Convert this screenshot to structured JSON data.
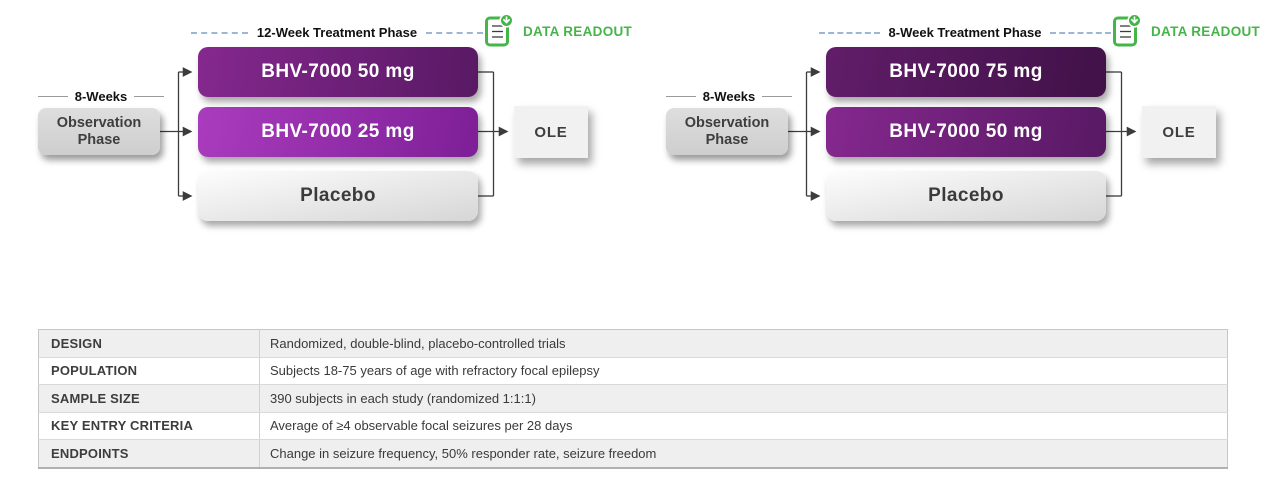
{
  "diagrams": [
    {
      "treatment_phase_label": "12-Week Treatment Phase",
      "data_readout_label": "DATA READOUT",
      "observation_duration_label": "8-Weeks",
      "observation_box_label": "Observation Phase",
      "arms": [
        {
          "label": "BHV-7000 50 mg"
        },
        {
          "label": "BHV-7000 25 mg"
        },
        {
          "label": "Placebo"
        }
      ],
      "ole_label": "OLE"
    },
    {
      "treatment_phase_label": "8-Week Treatment Phase",
      "data_readout_label": "DATA READOUT",
      "observation_duration_label": "8-Weeks",
      "observation_box_label": "Observation Phase",
      "arms": [
        {
          "label": "BHV-7000 75 mg"
        },
        {
          "label": "BHV-7000 50 mg"
        },
        {
          "label": "Placebo"
        }
      ],
      "ole_label": "OLE"
    }
  ],
  "table": {
    "rows": [
      {
        "label": "DESIGN",
        "value": "Randomized, double-blind, placebo-controlled trials"
      },
      {
        "label": "POPULATION",
        "value": "Subjects 18-75 years of age with refractory focal epilepsy"
      },
      {
        "label": "SAMPLE SIZE",
        "value": "390 subjects in each study (randomized 1:1:1)"
      },
      {
        "label": "KEY ENTRY CRITERIA",
        "value": "Average of ≥4 observable focal seizures per 28 days"
      },
      {
        "label": "ENDPOINTS",
        "value": "Change in seizure frequency, 50% responder rate, seizure freedom"
      }
    ]
  },
  "colors": {
    "accent_green": "#45b549",
    "dash_blue": "#7d9ec7",
    "line_dark": "#3c3c3c",
    "dose_dark": "#6d2077",
    "dose_bright": "#9c33b0",
    "dose_darkest": "#4a1351",
    "placebo_gray": "#d9d9d9",
    "observation_gray": "#d6d6d6",
    "ole_gray": "#f1f1f1",
    "table_stripe": "#efefef"
  }
}
